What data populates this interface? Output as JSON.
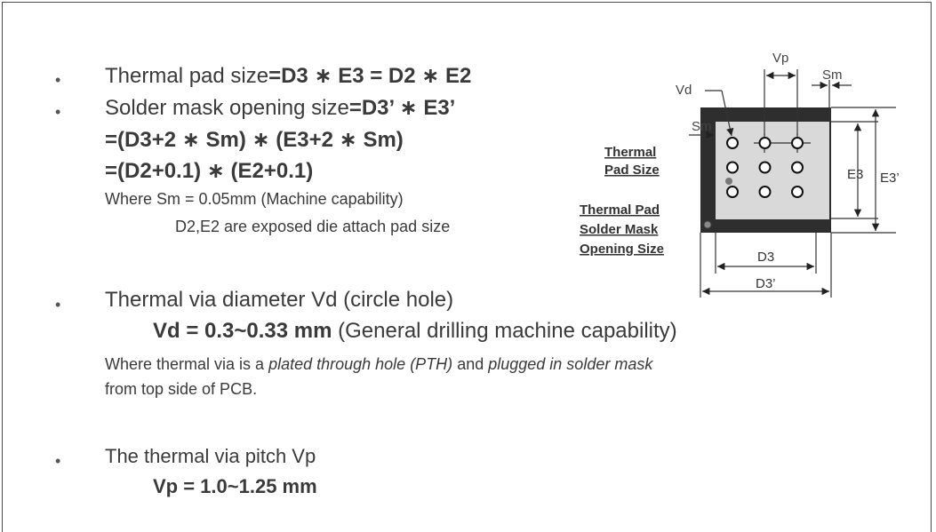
{
  "bullets": {
    "b1": {
      "prefix": "Thermal pad size",
      "eq1": "=",
      "formula": "D3 ∗ E3 = D2 ∗ E2"
    },
    "b2": {
      "prefix": "Solder mask opening size",
      "eq1": "=",
      "formula": "D3’ ∗ E3’",
      "line2": "=(D3+2 ∗ Sm) ∗ (E3+2 ∗ Sm)",
      "line3": "=(D2+0.1) ∗ (E2+0.1)",
      "where1": "Where Sm = 0.05mm (Machine capability)",
      "where2": "D2,E2 are exposed die attach pad size"
    },
    "b3": {
      "text": "Thermal via diameter Vd (circle hole)",
      "formula": "Vd = 0.3~0.33 mm",
      "formula_note": " (General drilling machine capability)",
      "note_a": "Where thermal via is a ",
      "note_b": "plated through hole (PTH)",
      "note_c": " and ",
      "note_d": "plugged in solder mask",
      "note_e": "from top side of PCB."
    },
    "b4": {
      "text": "The thermal via pitch Vp",
      "formula": "Vp = 1.0~1.25 mm"
    },
    "marker": "•"
  },
  "diagram": {
    "vp": "Vp",
    "sm_top": "Sm",
    "vd": "Vd",
    "sm_left": "Sm",
    "thermal1": "Thermal",
    "thermal2": "Pad Size",
    "tps1": "Thermal Pad",
    "tps2": "Solder Mask",
    "tps3": "Opening Size",
    "e3": "E3",
    "e3p": "E3’",
    "d3": "D3",
    "d3p": "D3’",
    "via_rows": 3,
    "via_cols": 3
  }
}
